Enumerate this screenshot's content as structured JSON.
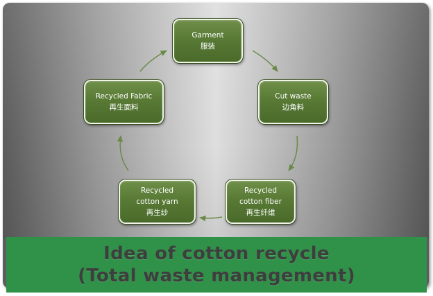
{
  "diagram": {
    "nodes": [
      {
        "id": "garment",
        "en": "Garment",
        "zh": "服装"
      },
      {
        "id": "cut_waste",
        "en": "Cut waste",
        "zh": "边角料"
      },
      {
        "id": "recycled_fiber",
        "en_line1": "Recycled",
        "en_line2": "cotton fiber",
        "zh": "再生纤维"
      },
      {
        "id": "recycled_yarn",
        "en_line1": "Recycled",
        "en_line2": "cotton yarn",
        "zh": "再生纱"
      },
      {
        "id": "recycled_fabric",
        "en": "Recycled Fabric",
        "zh": "再生面料"
      }
    ],
    "flow": [
      "garment",
      "cut_waste",
      "recycled_fiber",
      "recycled_yarn",
      "recycled_fabric",
      "garment"
    ]
  },
  "banner": {
    "line1": "Idea of cotton recycle",
    "line2": "(Total waste management)"
  },
  "colors": {
    "node_fill": "#587a35",
    "banner_fill": "#2f9248",
    "banner_text": "#3e3e3e",
    "arrow": "#6a8a4a"
  }
}
